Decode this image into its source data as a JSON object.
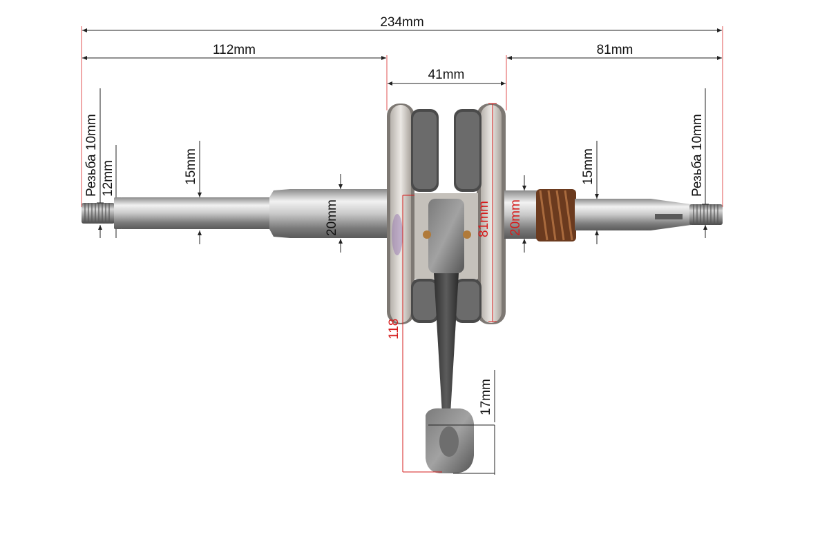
{
  "dimensions": {
    "overall_length": "234mm",
    "left_shaft_length": "112mm",
    "crank_width": "41mm",
    "right_shaft_length": "81mm",
    "left_thread": "Резьба 10mm",
    "left_step": "12mm",
    "left_shaft_diameter": "15mm",
    "left_bearing_diameter": "20mm",
    "web_diameter": "81mm",
    "right_bearing_diameter": "20mm",
    "right_shaft_diameter": "15mm",
    "right_thread": "Резьба 10mm",
    "conrod_length": "118",
    "small_end_bore": "17mm"
  },
  "colors": {
    "dimension_line": "#222222",
    "highlight": "#d61c1c",
    "background": "#ffffff"
  }
}
